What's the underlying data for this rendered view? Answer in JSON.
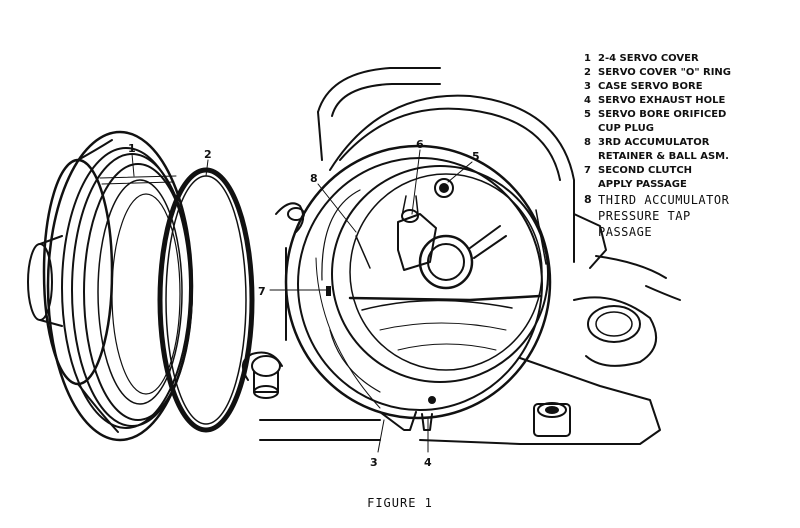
{
  "legend": {
    "items": [
      {
        "num": "1",
        "text": "2-4 SERVO COVER"
      },
      {
        "num": "2",
        "text": "SERVO COVER \"O\" RING"
      },
      {
        "num": "3",
        "text": "CASE SERVO BORE"
      },
      {
        "num": "4",
        "text": "SERVO EXHAUST HOLE"
      },
      {
        "num": "5",
        "text": "SERVO BORE ORIFICED\nCUP PLUG"
      },
      {
        "num": "8",
        "text": "3RD ACCUMULATOR\nRETAINER & BALL ASM."
      },
      {
        "num": "7",
        "text": "SECOND CLUTCH\nAPPLY PASSAGE"
      },
      {
        "num": "8",
        "text": "THIRD ACCUMULATOR\nPRESSURE TAP\nPASSAGE"
      }
    ]
  },
  "callouts": {
    "c1": "1",
    "c2": "2",
    "c3": "3",
    "c4": "4",
    "c5": "5",
    "c6": "6",
    "c7": "7",
    "c8": "8"
  },
  "caption": "FIGURE 1"
}
